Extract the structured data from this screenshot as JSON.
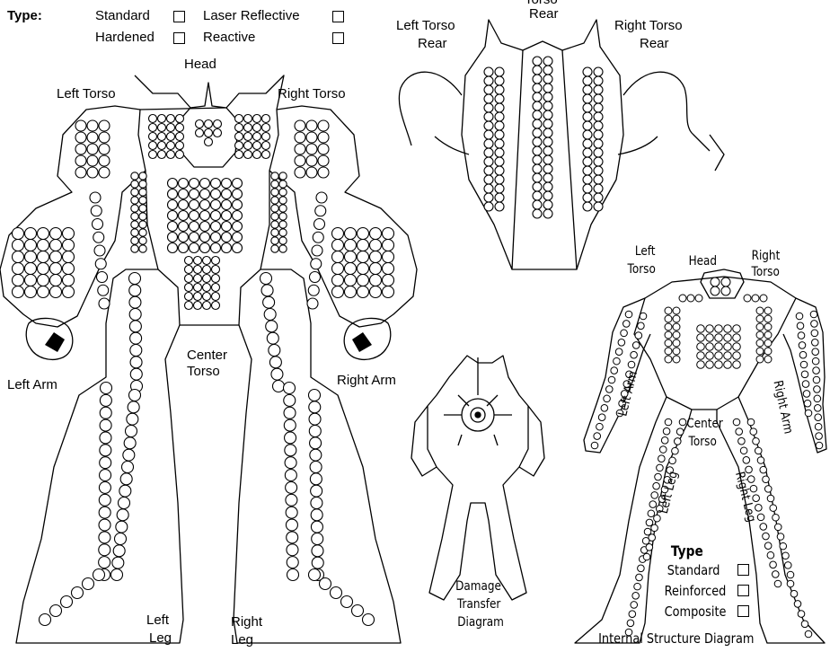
{
  "armor_type": {
    "heading": "Type:",
    "options": [
      "Standard",
      "Hardened",
      "Laser Reflective",
      "Reactive"
    ]
  },
  "armor_diagram": {
    "head": "Head",
    "left_torso": "Left Torso",
    "right_torso": "Right Torso",
    "center_torso": [
      "Center",
      "Torso"
    ],
    "left_arm": "Left Arm",
    "right_arm": "Right Arm",
    "left_leg": [
      "Left",
      "Leg"
    ],
    "right_leg": [
      "Right",
      "Leg"
    ]
  },
  "rear_diagram": {
    "left_torso_rear": [
      "Left Torso",
      "Rear"
    ],
    "center_torso_rear": [
      "Torso",
      "Rear"
    ],
    "right_torso_rear": [
      "Right Torso",
      "Rear"
    ]
  },
  "damage_transfer": [
    "Damage",
    "Transfer",
    "Diagram"
  ],
  "internal_structure": {
    "title": "Internal Structure Diagram",
    "left_torso": [
      "Left",
      "Torso"
    ],
    "head": "Head",
    "right_torso": [
      "Right",
      "Torso"
    ],
    "left_arm": "Left Arm",
    "right_arm": "Right Arm",
    "center_torso": [
      "Center",
      "Torso"
    ],
    "left_leg": "Left Leg",
    "right_leg": "Right Leg",
    "type_heading": "Type",
    "type_options": [
      "Standard",
      "Reinforced",
      "Composite"
    ]
  }
}
